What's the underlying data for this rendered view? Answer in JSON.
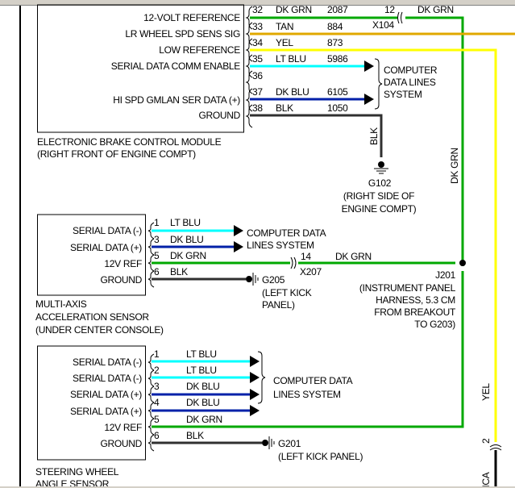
{
  "colors": {
    "dk_grn": "#00a800",
    "tan": "#e0a800",
    "yel": "#ffff00",
    "lt_blu": "#00ffff",
    "dk_blu": "#0020a8",
    "blk": "#303030"
  },
  "ebcm": {
    "name_line1": "ELECTRONIC BRAKE CONTROL MODULE",
    "name_line2": "(RIGHT FRONT OF ENGINE COMPT)",
    "pins": [
      {
        "label": "12-VOLT REFERENCE",
        "pin": "32",
        "color": "DK GRN",
        "circuit": "2087"
      },
      {
        "label": "LR WHEEL SPD SENS SIG",
        "pin": "33",
        "color": "TAN",
        "circuit": "884"
      },
      {
        "label": "LOW REFERENCE",
        "pin": "34",
        "color": "YEL",
        "circuit": "873"
      },
      {
        "label": "SERIAL DATA COMM ENABLE",
        "pin": "35",
        "color": "LT BLU",
        "circuit": "5986"
      },
      {
        "label": "",
        "pin": "36",
        "color": "",
        "circuit": ""
      },
      {
        "label": "HI SPD GMLAN SER DATA (+)",
        "pin": "37",
        "color": "DK BLU",
        "circuit": "6105"
      },
      {
        "label": "GROUND",
        "pin": "38",
        "color": "BLK",
        "circuit": "1050"
      }
    ],
    "data_dest_line1": "COMPUTER",
    "data_dest_line2": "DATA LINES",
    "data_dest_line3": "SYSTEM"
  },
  "x104": {
    "pin": "12",
    "name": "X104",
    "wire": "DK GRN"
  },
  "g102": {
    "wire": "BLK",
    "name": "G102",
    "loc_line1": "(RIGHT SIDE OF",
    "loc_line2": "ENGINE COMPT)"
  },
  "vertical_labels": {
    "dk_grn": "DK GRN",
    "yel": "YEL",
    "nca": "NCA",
    "yel_pin": "2"
  },
  "accel_sensor": {
    "name_line1": "MULTI-AXIS",
    "name_line2": "ACCELERATION SENSOR",
    "name_line3": "(UNDER CENTER CONSOLE)",
    "pins": [
      {
        "label": "SERIAL DATA (-)",
        "pin": "1",
        "color": "LT BLU"
      },
      {
        "label": "SERIAL DATA (+)",
        "pin": "3",
        "color": "DK BLU"
      },
      {
        "label": "12V REF",
        "pin": "5",
        "color": "DK GRN"
      },
      {
        "label": "GROUND",
        "pin": "6",
        "color": "BLK"
      }
    ],
    "data_dest_line1": "COMPUTER DATA",
    "data_dest_line2": "LINES SYSTEM"
  },
  "x207": {
    "pin": "14",
    "name": "X207",
    "wire": "DK GRN"
  },
  "g205": {
    "name": "G205",
    "loc_line1": "(LEFT KICK",
    "loc_line2": "PANEL)"
  },
  "j201": {
    "name": "J201",
    "line1": "(INSTRUMENT PANEL",
    "line2": "HARNESS, 5.3 CM",
    "line3": "FROM BREAKOUT",
    "line4": "TO G203)"
  },
  "steering_sensor": {
    "name_line1": "STEERING WHEEL",
    "name_line2": "ANGLE SENSOR",
    "pins": [
      {
        "label": "SERIAL DATA (-)",
        "pin": "1",
        "color": "LT BLU"
      },
      {
        "label": "SERIAL DATA (-)",
        "pin": "2",
        "color": "LT BLU"
      },
      {
        "label": "SERIAL DATA (+)",
        "pin": "3",
        "color": "DK BLU"
      },
      {
        "label": "SERIAL DATA (+)",
        "pin": "4",
        "color": "DK BLU"
      },
      {
        "label": "12V REF",
        "pin": "5",
        "color": "DK GRN"
      },
      {
        "label": "GROUND",
        "pin": "6",
        "color": "BLK"
      }
    ],
    "data_dest_line1": "COMPUTER DATA",
    "data_dest_line2": "LINES SYSTEM"
  },
  "g201": {
    "name": "G201",
    "loc": "(LEFT KICK PANEL)"
  }
}
